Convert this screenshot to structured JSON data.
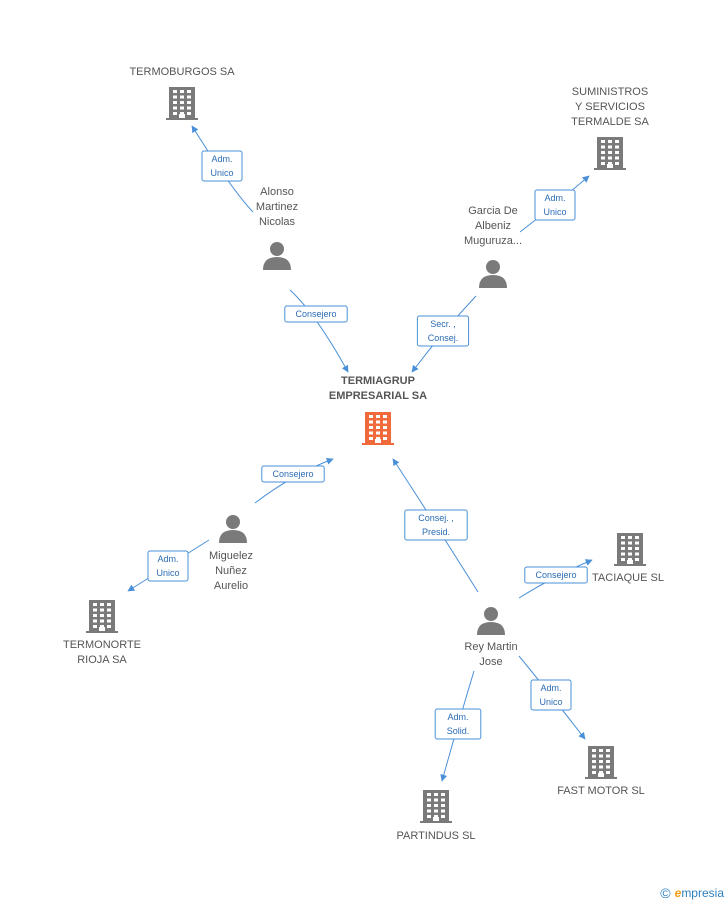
{
  "colors": {
    "company": "#7a7a7a",
    "main_company": "#f06a3c",
    "person": "#7a7a7a",
    "edge": "#4a90d9"
  },
  "nodes": [
    {
      "id": "main",
      "type": "company",
      "main": true,
      "lines": [
        "TERMIAGRUP",
        "EMPRESARIAL SA"
      ]
    },
    {
      "id": "termoburgos",
      "type": "company",
      "lines": [
        "TERMOBURGOS SA"
      ]
    },
    {
      "id": "suministros",
      "type": "company",
      "lines": [
        "SUMINISTROS",
        "Y SERVICIOS",
        "TERMALDE SA"
      ]
    },
    {
      "id": "alonso",
      "type": "person",
      "lines": [
        "Alonso",
        "Martinez",
        "Nicolas"
      ]
    },
    {
      "id": "garcia",
      "type": "person",
      "lines": [
        "Garcia De",
        "Albeniz",
        "Muguruza..."
      ]
    },
    {
      "id": "miguelez",
      "type": "person",
      "lines": [
        "Miguelez",
        "Nuñez",
        "Aurelio"
      ]
    },
    {
      "id": "termonorte",
      "type": "company",
      "lines": [
        "TERMONORTE",
        "RIOJA SA"
      ]
    },
    {
      "id": "taciaque",
      "type": "company",
      "lines": [
        "TACIAQUE SL"
      ]
    },
    {
      "id": "rey",
      "type": "person",
      "lines": [
        "Rey Martin",
        "Jose"
      ]
    },
    {
      "id": "fastmotor",
      "type": "company",
      "lines": [
        "FAST MOTOR SL"
      ]
    },
    {
      "id": "partindus",
      "type": "company",
      "lines": [
        "PARTINDUS SL"
      ]
    }
  ],
  "edges": [
    {
      "id": "e1",
      "from": "alonso",
      "to": "termoburgos",
      "label": [
        "Adm.",
        "Unico"
      ]
    },
    {
      "id": "e2",
      "from": "garcia",
      "to": "suministros",
      "label": [
        "Adm.",
        "Unico"
      ]
    },
    {
      "id": "e3",
      "from": "alonso",
      "to": "main",
      "label": [
        "Consejero"
      ]
    },
    {
      "id": "e4",
      "from": "garcia",
      "to": "main",
      "label": [
        "Secr. ,",
        "Consej."
      ]
    },
    {
      "id": "e5",
      "from": "miguelez",
      "to": "main",
      "label": [
        "Consejero"
      ]
    },
    {
      "id": "e6",
      "from": "miguelez",
      "to": "termonorte",
      "label": [
        "Adm.",
        "Unico"
      ]
    },
    {
      "id": "e7",
      "from": "rey",
      "to": "main",
      "label": [
        "Consej. ,",
        "Presid."
      ]
    },
    {
      "id": "e8",
      "from": "rey",
      "to": "taciaque",
      "label": [
        "Consejero"
      ]
    },
    {
      "id": "e9",
      "from": "rey",
      "to": "fastmotor",
      "label": [
        "Adm.",
        "Unico"
      ]
    },
    {
      "id": "e10",
      "from": "rey",
      "to": "partindus",
      "label": [
        "Adm.",
        "Solid."
      ]
    }
  ],
  "footer": {
    "copyright": "©",
    "brand_initial": "e",
    "brand_rest": "mpresia"
  }
}
